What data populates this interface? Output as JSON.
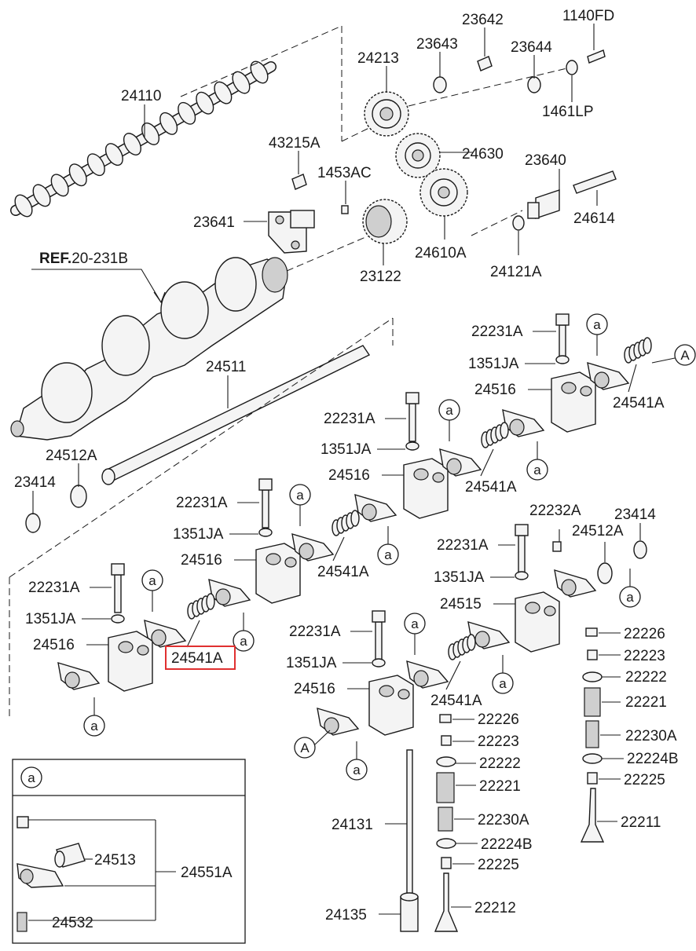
{
  "ref_label": {
    "bold": "REF.",
    "rest": "20-231B"
  },
  "labels": {
    "p24110": "24110",
    "p24213": "24213",
    "p23643": "23643",
    "p23642": "23642",
    "p23644": "23644",
    "p1140FD": "1140FD",
    "p1461LP": "1461LP",
    "p43215A": "43215A",
    "p1453AC": "1453AC",
    "p24630": "24630",
    "p23640": "23640",
    "p23641": "23641",
    "p24614": "24614",
    "p24610A": "24610A",
    "p24121A": "24121A",
    "p23122": "23122",
    "p24511": "24511",
    "p24512A_l": "24512A",
    "p23414_l": "23414",
    "t1_22231A": "22231A",
    "t1_1351JA": "1351JA",
    "t1_24516": "24516",
    "t1_24541A": "24541A",
    "t2_22231A": "22231A",
    "t2_1351JA": "1351JA",
    "t2_24516": "24516",
    "t2_24541A": "24541A",
    "t3_22231A": "22231A",
    "t3_1351JA": "1351JA",
    "t3_24516": "24516",
    "t3_24541A": "24541A",
    "t4_22231A": "22231A",
    "t4_1351JA": "1351JA",
    "t4_24516": "24516",
    "t4_24541A": "24541A",
    "t5_22231A": "22231A",
    "t5_1351JA": "1351JA",
    "t5_24516": "24516",
    "t5_24541A": "24541A",
    "t6_22231A": "22231A",
    "t6_1351JA": "1351JA",
    "t6_24515": "24515",
    "p22232A": "22232A",
    "p24512A_r": "24512A",
    "p23414_r": "23414",
    "r_22226": "22226",
    "r_22223": "22223",
    "r_22222": "22222",
    "r_22221": "22221",
    "r_22230A": "22230A",
    "r_22224B": "22224B",
    "r_22225": "22225",
    "r_22211": "22211",
    "c_22226": "22226",
    "c_22223": "22223",
    "c_22222": "22222",
    "c_22221": "22221",
    "c_22230A": "22230A",
    "c_22224B": "22224B",
    "c_22225": "22225",
    "c_22212": "22212",
    "p24131": "24131",
    "p24135": "24135",
    "inset_24513": "24513",
    "inset_24551A": "24551A",
    "inset_24532": "24532"
  },
  "callouts": {
    "a": "a",
    "A": "A"
  },
  "highlight": {
    "label": "24541A",
    "color": "#e03030"
  }
}
